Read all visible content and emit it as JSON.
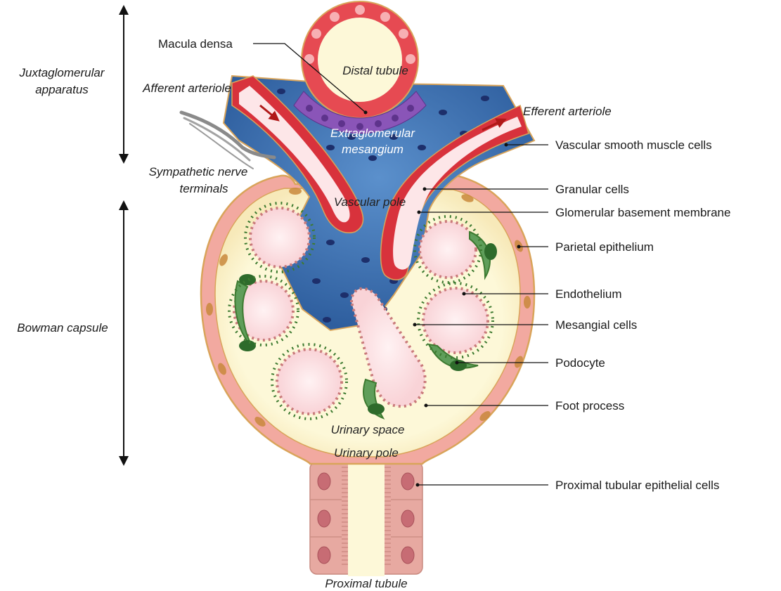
{
  "colors": {
    "capsule_wall": "#f2a9a0",
    "capsule_outline": "#d9a45a",
    "urinary_space": "#fdf8d8",
    "capillary_lumen": "#fde6e8",
    "mesangium": "#3f76b8",
    "mesangial_nucleus": "#1d2f6b",
    "arteriole_muscle": "#d8323c",
    "podocyte": "#5f9e5a",
    "foot_process": "#3d7a30",
    "macula_densa": "#8a55b8",
    "distal_tubule_cells": "#e64a52",
    "proximal_cells": "#e7a9a1",
    "nerve": "#8a8a8a",
    "flow_arrow": "#b01818"
  },
  "left_labels": {
    "juxtaglomerular_line1": "Juxtaglomerular",
    "juxtaglomerular_line2": "apparatus",
    "afferent": "Afferent arteriole",
    "sympathetic_line1": "Sympathetic nerve",
    "sympathetic_line2": "terminals",
    "bowman": "Bowman capsule"
  },
  "inner_labels": {
    "distal_tubule": "Distal tubule",
    "extraglomerular_line1": "Extraglomerular",
    "extraglomerular_line2": "mesangium",
    "vascular_pole": "Vascular pole",
    "urinary_space": "Urinary space",
    "urinary_pole": "Urinary pole",
    "proximal_tubule": "Proximal tubule",
    "efferent": "Efferent arteriole"
  },
  "callouts": {
    "macula_densa": "Macula densa",
    "vascular_smooth_muscle": "Vascular smooth muscle cells",
    "granular": "Granular cells",
    "gbm": "Glomerular basement membrane",
    "parietal": "Parietal epithelium",
    "endothelium": "Endothelium",
    "mesangial": "Mesangial cells",
    "podocyte": "Podocyte",
    "foot_process": "Foot process",
    "proximal_cells": "Proximal tubular epithelial cells"
  }
}
